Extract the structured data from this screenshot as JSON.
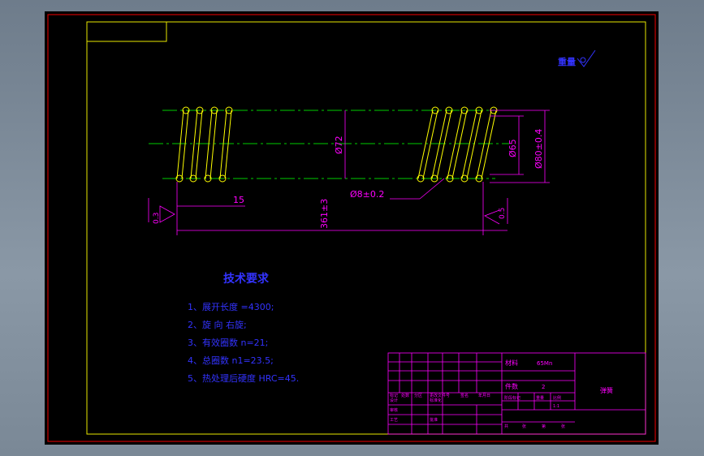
{
  "surface_note": "重量",
  "dimensions": {
    "inner_dia": "Ø72",
    "mid_dia": "Ø65",
    "outer_dia": "Ø80±0.4",
    "wire_dia": "Ø8±0.2",
    "left_pitch": "15",
    "free_length": "361±3",
    "left_gap": "0.3",
    "right_gap": "0.5"
  },
  "tech_req": {
    "title": "技术要求",
    "items": [
      "1、展开长度  =4300;",
      "2、旋  向  右旋;",
      "3、有效圈数  n=21;",
      "4、总圈数    n1=23.5;",
      "5、热处理后硬度  HRC=45."
    ]
  },
  "title_block": {
    "material_label": "材料",
    "material_value": "65Mn",
    "quantity_label": "件数",
    "quantity_value": "2",
    "part_name": "弹簧",
    "row_labels": [
      "标记",
      "处数",
      "分区",
      "更改文件号",
      "签名",
      "年月日"
    ],
    "sign_labels": [
      "设计",
      "标准化",
      "审核",
      "工艺",
      "批准"
    ],
    "stage_labels": [
      "阶段标记",
      "重量",
      "比例"
    ],
    "scale_value": "1:1",
    "sheet_labels": [
      "共",
      "张",
      "第",
      "张"
    ]
  },
  "colors": {
    "frame": "#e8e800",
    "outer_frame": "#cc0000",
    "centerline": "#00cc00",
    "dimension": "#ff00ff",
    "coil": "#ffff00",
    "text": "#3333ff",
    "table": "#ff00ff"
  }
}
